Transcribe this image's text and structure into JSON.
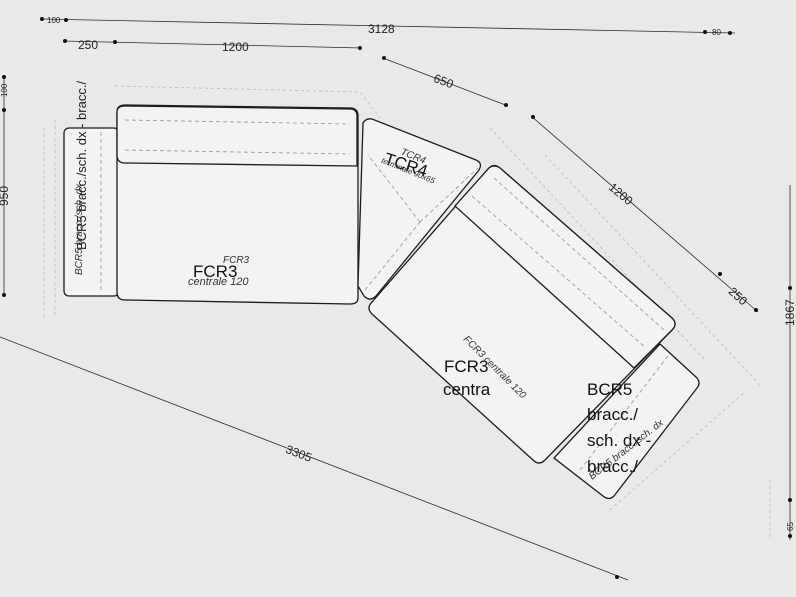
{
  "dimensions": {
    "top_total": "3128",
    "top_left_offset": "100",
    "top_right_offset": "80",
    "left_arm": "250",
    "left_seat": "1200",
    "diag_corner": "650",
    "diag_seat": "1200",
    "diag_arm": "250",
    "left_side": "950",
    "left_side_small": "100",
    "right_side": "1867",
    "right_side_small": "65",
    "bottom_diag": "3305"
  },
  "pieces": {
    "left_arm_italic": "BCR5 bracc./sch. dx",
    "left_arm_overlay": "BCR5 bracc./sch. dx - bracc./",
    "left_seat_code": "FCR3",
    "left_seat_italic_code": "FCR3",
    "left_seat_italic_desc": "centrale 120",
    "corner_code": "TCR4",
    "corner_italic_code": "TCR4",
    "corner_italic_desc": "terminale 90x65",
    "right_seat_code": "FCR3",
    "right_seat_desc": "centra",
    "right_seat_italic": "FCR3 centrale 120",
    "right_arm_code": "BCR5",
    "right_arm_line1": "bracc./",
    "right_arm_line2": "sch. dx -",
    "right_arm_line3": "bracc./",
    "right_arm_italic": "BCR5 bracc./sch. dx"
  }
}
